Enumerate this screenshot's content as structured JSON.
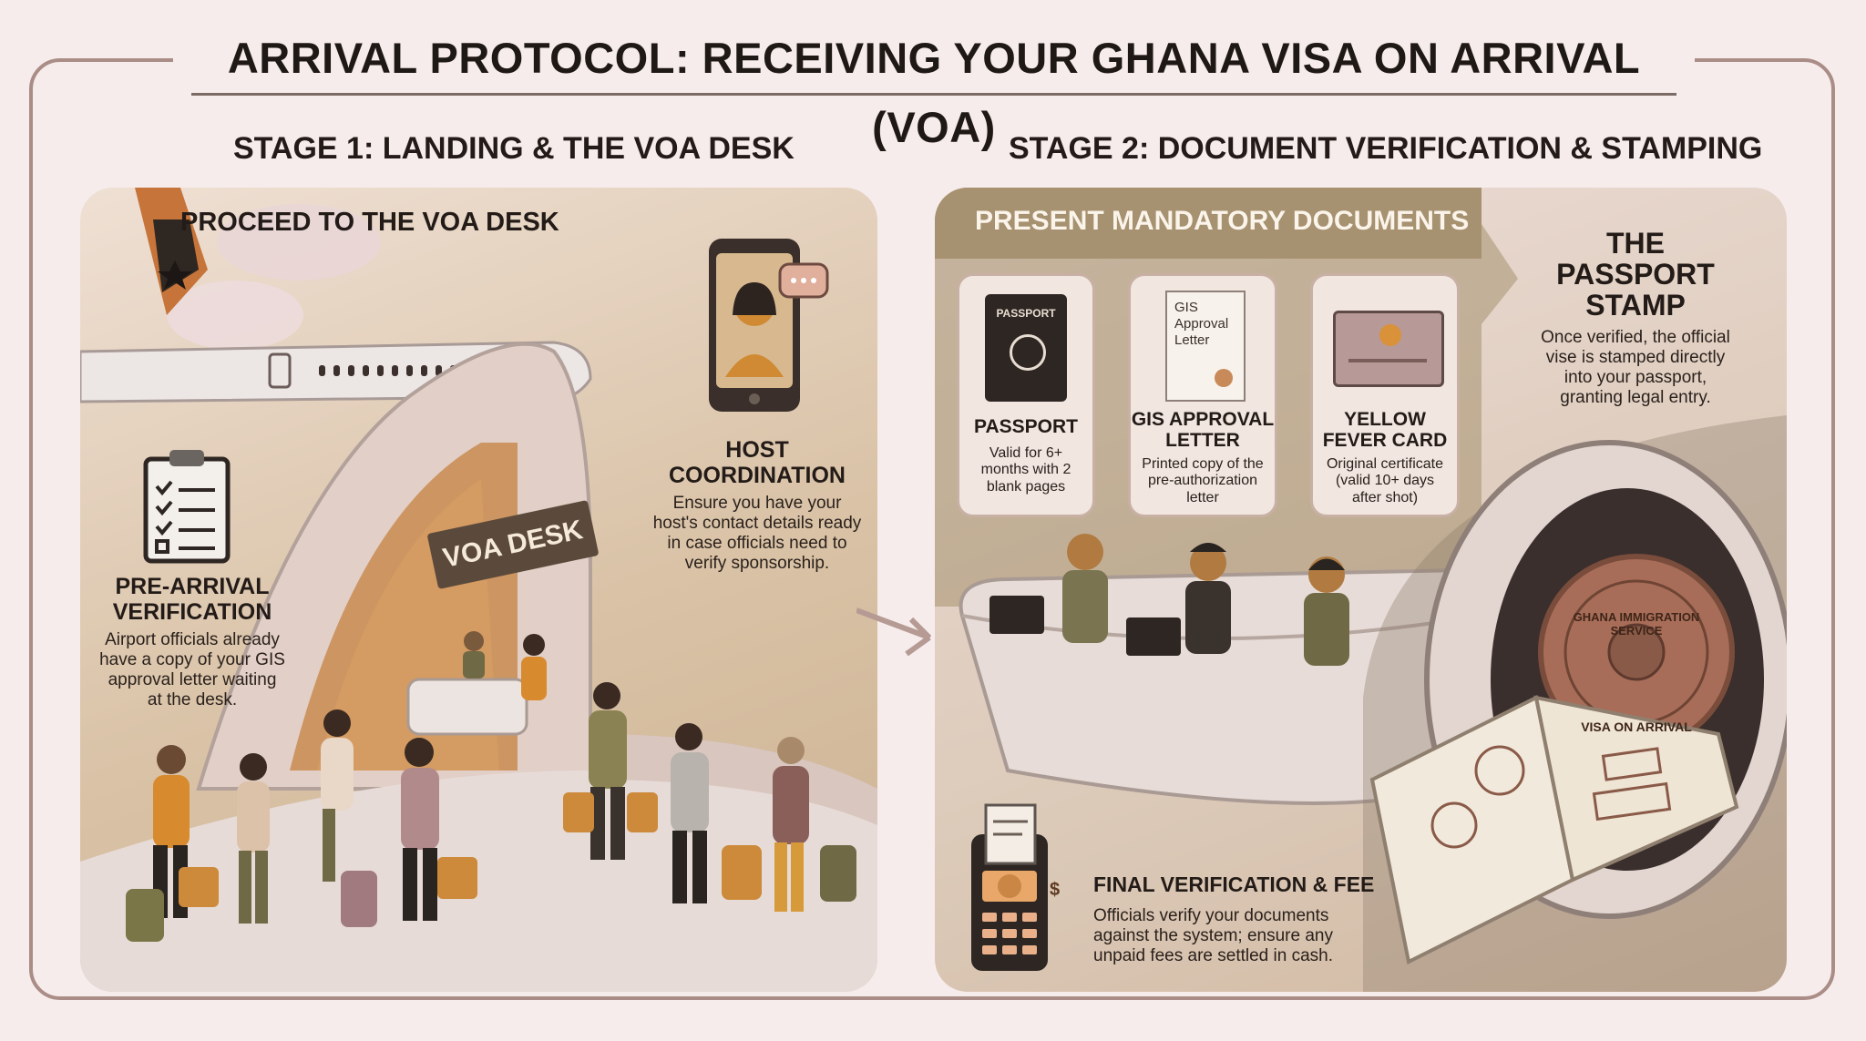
{
  "title": "ARRIVAL PROTOCOL: RECEIVING YOUR GHANA VISA ON ARRIVAL (VOA)",
  "stage1": {
    "title": "STAGE 1: LANDING & THE VOA DESK",
    "proceed_heading": "PROCEED TO THE VOA DESK",
    "desk_sign": "VOA DESK",
    "pre_arrival": {
      "heading_line1": "PRE-ARRIVAL",
      "heading_line2": "VERIFICATION",
      "text_line1": "Airport officials already",
      "text_line2": "have a copy of your GIS",
      "text_line3": "approval letter waiting",
      "text_line4": "at the desk."
    },
    "host": {
      "heading_line1": "HOST",
      "heading_line2": "COORDINATION",
      "text_line1": "Ensure you have your",
      "text_line2": "host's contact details ready",
      "text_line3": "in case officials need to",
      "text_line4": "verify sponsorship."
    }
  },
  "stage2": {
    "title": "STAGE 2: DOCUMENT VERIFICATION & STAMPING",
    "documents_heading": "PRESENT MANDATORY DOCUMENTS",
    "passport": {
      "icon_text": "PASSPORT",
      "heading": "PASSPORT",
      "text_line1": "Valid for 6+",
      "text_line2": "months with 2",
      "text_line3": "blank pages"
    },
    "gis_letter": {
      "icon_line1": "GIS",
      "icon_line2": "Approval",
      "icon_line3": "Letter",
      "heading_line1": "GIS APPROVAL",
      "heading_line2": "LETTER",
      "text_line1": "Printed copy of the",
      "text_line2": "pre-authorization",
      "text_line3": "letter"
    },
    "yellow_fever": {
      "heading_line1": "YELLOW",
      "heading_line2": "FEVER CARD",
      "text_line1": "Original certificate",
      "text_line2": "(valid 10+ days",
      "text_line3": "after shot)"
    },
    "stamp": {
      "heading_line1": "THE",
      "heading_line2": "PASSPORT",
      "heading_line3": "STAMP",
      "text_line1": "Once verified, the official",
      "text_line2": "vise is stamped directly",
      "text_line3": "into your passport,",
      "text_line4": "granting legal entry.",
      "seal_top": "GHANA IMMIGRATION SERVICE",
      "seal_bottom": "VISA ON ARRIVAL"
    },
    "fee": {
      "heading": "FINAL VERIFICATION & FEE",
      "text_line1": "Officials verify your documents",
      "text_line2": "against the system; ensure any",
      "text_line3": "unpaid fees are settled in cash.",
      "terminal_symbol": "$"
    }
  },
  "colors": {
    "background": "#f7ecec",
    "frame": "#a98d86",
    "olive": "#8b8254",
    "ochre": "#d79a3a",
    "brown": "#5b4a3c"
  }
}
